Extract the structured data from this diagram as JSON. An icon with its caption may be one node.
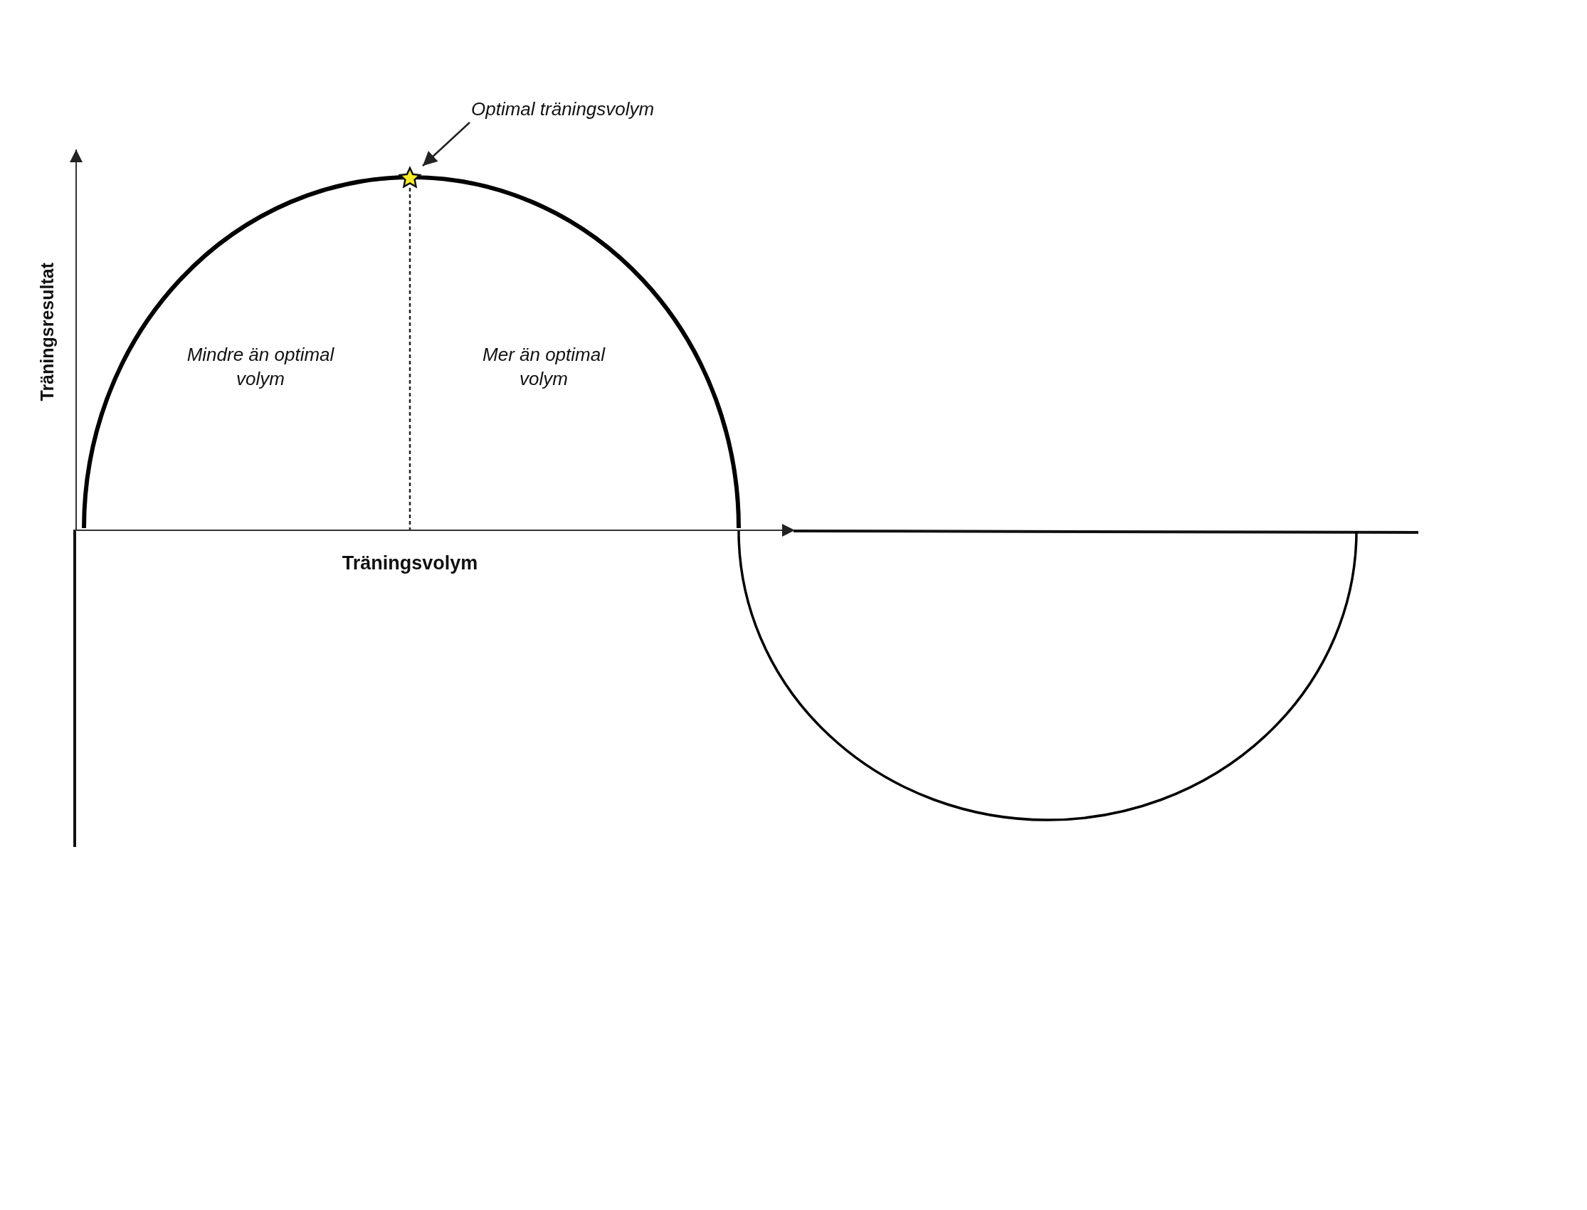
{
  "diagram": {
    "nodes": [
      {
        "text": [
          "Optimal träningsvolym"
        ]
      },
      {
        "text": [],
        "shape": "star"
      }
    ],
    "edges": [
      {
        "from": 0,
        "to": 1,
        "arrow": "to"
      }
    ],
    "labels": [
      "Träningsresultat",
      "Mindre än optimal volym",
      "Mer än optimal volym",
      "Träningsvolym"
    ]
  }
}
